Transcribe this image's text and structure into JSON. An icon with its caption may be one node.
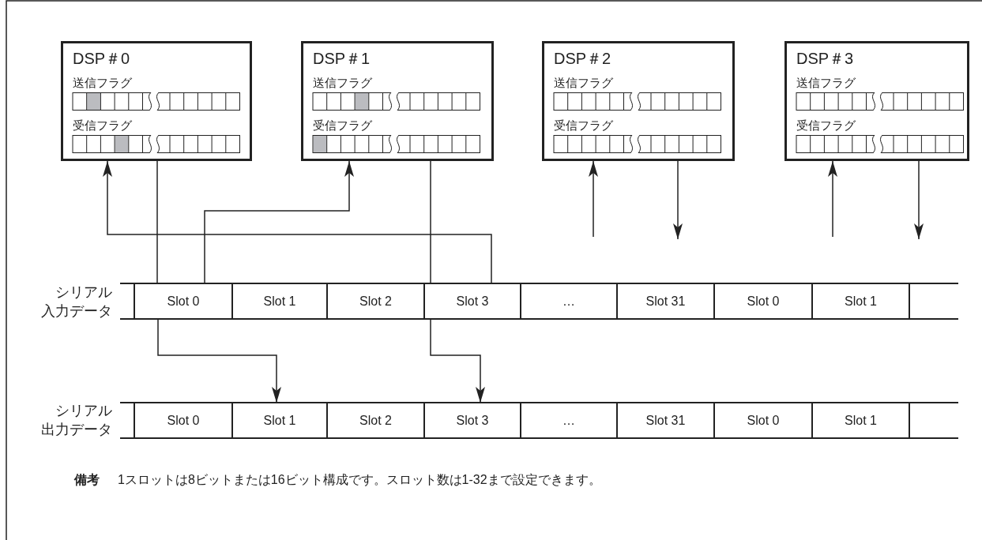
{
  "diagram": {
    "nodes": [
      {
        "text": [
          "DSP＃0",
          "送信フラグ",
          "受信フラグ"
        ]
      },
      {
        "text": [
          "DSP＃1",
          "送信フラグ",
          "受信フラグ"
        ]
      },
      {
        "text": [
          "DSP＃2",
          "送信フラグ",
          "受信フラグ"
        ]
      },
      {
        "text": [
          "DSP＃3",
          "送信フラグ",
          "受信フラグ"
        ]
      },
      {
        "text": [
          "Slot 0"
        ]
      },
      {
        "text": [
          "Slot 1"
        ]
      },
      {
        "text": [
          "Slot 2"
        ]
      },
      {
        "text": [
          "Slot 3"
        ]
      },
      {
        "text": [
          "…"
        ]
      },
      {
        "text": [
          "Slot 31"
        ]
      },
      {
        "text": [
          "Slot 0"
        ]
      },
      {
        "text": [
          "Slot 1"
        ]
      },
      {
        "text": [
          "Slot 0"
        ]
      },
      {
        "text": [
          "Slot 1"
        ]
      },
      {
        "text": [
          "Slot 2"
        ]
      },
      {
        "text": [
          "Slot 3"
        ]
      },
      {
        "text": [
          "…"
        ]
      },
      {
        "text": [
          "Slot 31"
        ]
      },
      {
        "text": [
          "Slot 0"
        ]
      },
      {
        "text": [
          "Slot 1"
        ]
      }
    ],
    "edges": [
      {
        "from": 0,
        "to": 4,
        "arrow": "none"
      },
      {
        "from": 4,
        "to": 1,
        "arrow": "to"
      },
      {
        "from": 1,
        "to": 7,
        "arrow": "none"
      },
      {
        "from": 7,
        "to": 0,
        "arrow": "to"
      },
      {
        "from": 4,
        "to": 13,
        "arrow": "to"
      },
      {
        "from": 7,
        "to": 15,
        "arrow": "to"
      },
      {
        "from": null,
        "to": 2,
        "arrow": "to"
      },
      {
        "from": 2,
        "to": null,
        "arrow": "to"
      },
      {
        "from": null,
        "to": 3,
        "arrow": "to"
      },
      {
        "from": 3,
        "to": null,
        "arrow": "to"
      }
    ],
    "labels": [
      "シリアル入力データ",
      "シリアル出力データ",
      "備考",
      "1スロットは8ビットまたは16ビット構成です。スロット数は1-32まで設定できます。"
    ]
  }
}
